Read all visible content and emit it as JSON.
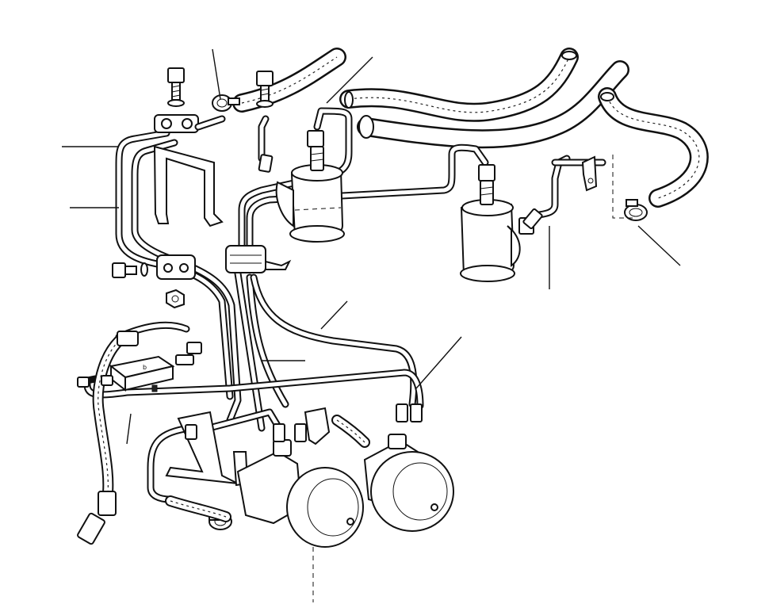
{
  "diagram": {
    "parts": [
      {
        "id": "bolt-upper-left",
        "icon": "bolt-icon"
      },
      {
        "id": "bolt-upper-center",
        "icon": "bolt-icon"
      },
      {
        "id": "bolt-lower-left",
        "icon": "bolt-icon"
      },
      {
        "id": "nut",
        "icon": "nut-icon"
      },
      {
        "id": "hose-clamp-upper",
        "icon": "hose-clamp-icon"
      },
      {
        "id": "hose-clamp-right",
        "icon": "hose-clamp-icon"
      },
      {
        "id": "hose-clamp-lower",
        "icon": "hose-clamp-icon"
      },
      {
        "id": "pipe-clip-top",
        "icon": "pipe-clip-icon"
      },
      {
        "id": "pipe-clip-middle",
        "icon": "pipe-clip-icon"
      },
      {
        "id": "mounting-bracket",
        "icon": "bracket-icon"
      },
      {
        "id": "fuel-pump-left",
        "icon": "fuel-pump-icon"
      },
      {
        "id": "fuel-pump-right",
        "icon": "fuel-pump-icon"
      },
      {
        "id": "distribution-block",
        "icon": "junction-block-icon"
      },
      {
        "id": "fuel-filter-left",
        "icon": "fuel-filter-icon"
      },
      {
        "id": "fuel-filter-right",
        "icon": "fuel-filter-icon"
      },
      {
        "id": "braided-hose-left",
        "icon": "braided-hose-icon"
      },
      {
        "id": "braided-hose-top",
        "icon": "braided-hose-icon"
      },
      {
        "id": "return-hose-right",
        "icon": "braided-hose-icon"
      }
    ],
    "leader_count": 11
  }
}
